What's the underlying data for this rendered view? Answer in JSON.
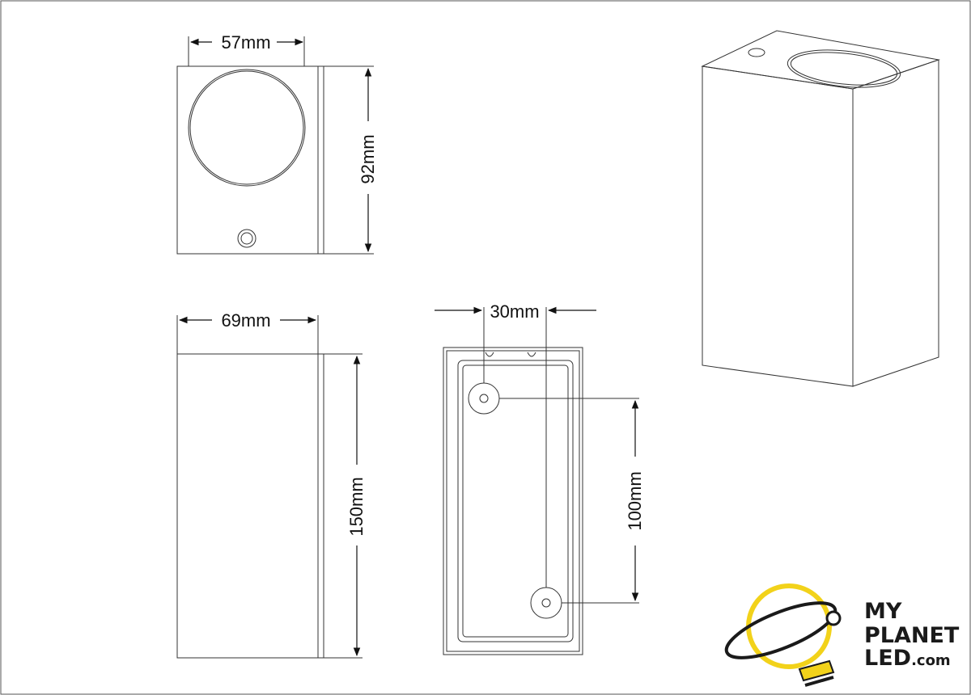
{
  "dimensions": {
    "top_width": "57mm",
    "top_height": "92mm",
    "side_width": "69mm",
    "side_height": "150mm",
    "back_spacing_h": "30mm",
    "back_spacing_v": "100mm"
  },
  "logo": {
    "line1": "MY",
    "line2": "PLANET",
    "line3": "LED",
    "line3_suffix": ".com"
  },
  "colors": {
    "line": "#333333",
    "logo_yellow": "#f2d21a",
    "logo_dark": "#1a1a1a",
    "lens_fill": "#ffffff"
  },
  "icons": [
    "bulb-planet-icon",
    "arrow-icon"
  ]
}
